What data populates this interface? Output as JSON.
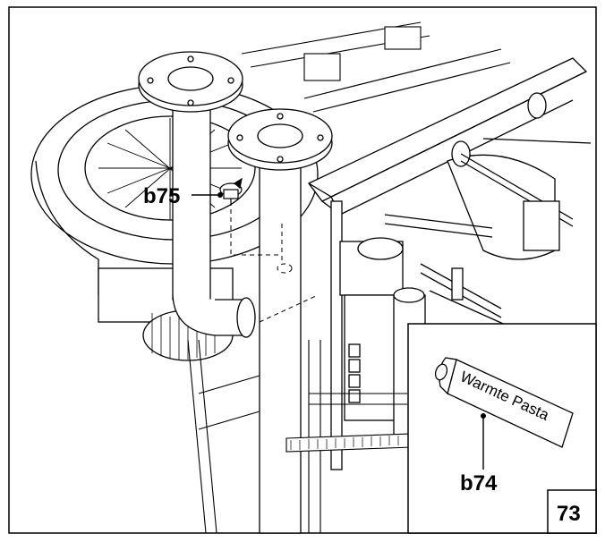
{
  "callouts": {
    "b75": "b75",
    "b74": "b74"
  },
  "inset": {
    "tube_label": "Warmte Pasta"
  },
  "figure_number": "73"
}
